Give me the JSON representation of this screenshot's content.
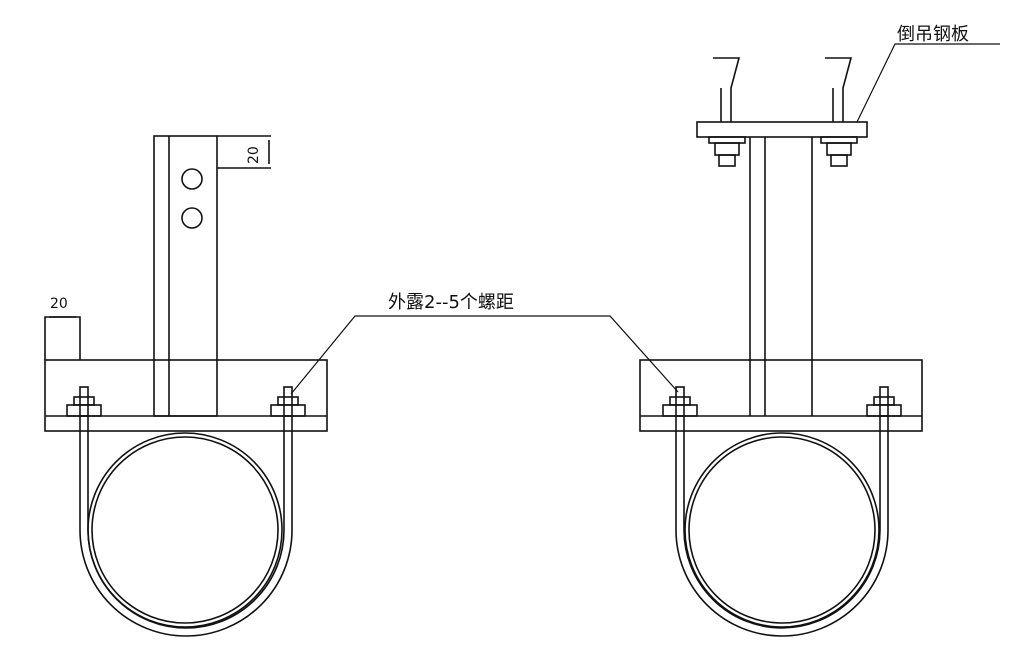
{
  "labels": {
    "top_right": "倒吊钢板",
    "middle": "外露2--5个螺距",
    "dim_left": "20",
    "dim_column": "20"
  }
}
